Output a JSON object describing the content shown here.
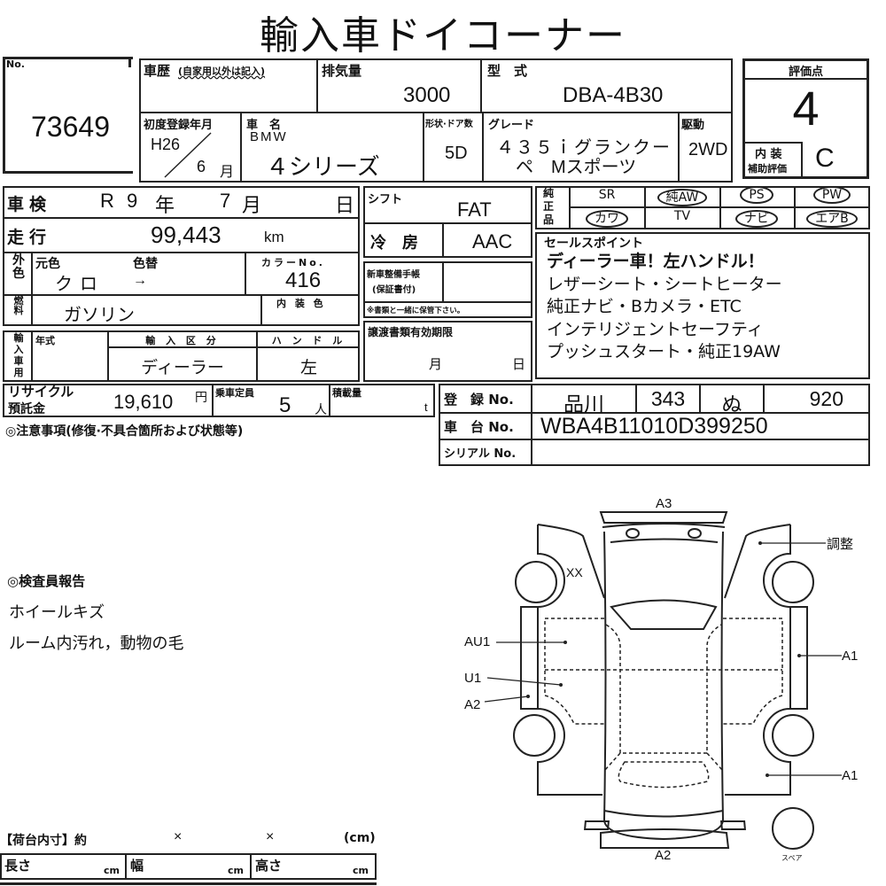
{
  "title": "輸入車ドイコーナー",
  "lot": {
    "label": "No.",
    "number": "73649"
  },
  "history": {
    "label": "車歴",
    "note": "(自家用以外は記入)",
    "value": ""
  },
  "displacement": {
    "label": "排気量",
    "value": "3000"
  },
  "model_code": {
    "label": "型　式",
    "value": "DBA-4B30"
  },
  "first_reg": {
    "label": "初度登録年月",
    "year": "H26",
    "month": "6",
    "month_unit": "月"
  },
  "car_name": {
    "label": "車　名",
    "maker": "BMW",
    "name": "４シリーズ"
  },
  "doors": {
    "label": "形状·ドア数",
    "value": "5D"
  },
  "grade": {
    "label": "グレード",
    "line1": "４３５ｉグランクー",
    "line2": "ペ　Mスポーツ"
  },
  "drive": {
    "label": "駆動",
    "value": "2WD"
  },
  "score": {
    "label": "評価点",
    "value": "4",
    "interior_label1": "内 装",
    "interior_label2": "補助評価",
    "interior_value": "C"
  },
  "shaken": {
    "label": "車検",
    "era": "R",
    "year": "9",
    "year_unit": "年",
    "month": "7",
    "month_unit": "月",
    "day_unit": "日"
  },
  "mileage": {
    "label": "走行",
    "value": "99,443",
    "unit": "km"
  },
  "color": {
    "side_label": "外色",
    "orig_label": "元色",
    "change_label": "色替",
    "orig_value": "クロ",
    "arrow": "→",
    "no_label": "カラーNo.",
    "no_value": "416"
  },
  "fuel": {
    "side_label": "燃料",
    "value": "ガソリン",
    "interior_color_label": "内 装 色"
  },
  "import": {
    "side_label": "輸入車用",
    "year_label": "年式",
    "class_label": "輸 入 区 分",
    "class_value": "ディーラー",
    "handle_label": "ハ ン ド ル",
    "handle_value": "左"
  },
  "shift": {
    "label": "シフト",
    "value": "FAT"
  },
  "ac": {
    "label": "冷　房",
    "value": "AAC"
  },
  "manual": {
    "label1": "新車整備手帳",
    "label2": "(保証書付)",
    "note": "※書類と一緒に保管下さい。"
  },
  "transfer": {
    "label": "譲渡書類有効期限",
    "month_unit": "月",
    "day_unit": "日"
  },
  "options": {
    "label": "純正品",
    "items": [
      {
        "text": "SR",
        "circled": false
      },
      {
        "text": "純AW",
        "circled": true
      },
      {
        "text": "PS",
        "circled": true
      },
      {
        "text": "PW",
        "circled": true
      },
      {
        "text": "カワ",
        "circled": true
      },
      {
        "text": "TV",
        "circled": false
      },
      {
        "text": "ナビ",
        "circled": true
      },
      {
        "text": "エアB",
        "circled": true
      }
    ]
  },
  "sales_points": {
    "label": "セールスポイント",
    "lines": [
      "ディーラー車！左ハンドル！",
      "レザーシート・シートヒーター",
      "純正ナビ・Bカメラ・ETC",
      "インテリジェントセーフティ",
      "プッシュスタート・純正19AW"
    ]
  },
  "recycle": {
    "label1": "リサイクル",
    "label2": "預託金",
    "value": "19,610",
    "unit": "円"
  },
  "capacity": {
    "label": "乗車定員",
    "value": "5",
    "unit": "人"
  },
  "load": {
    "label": "積載量",
    "unit": "t"
  },
  "registration": {
    "label": "登　録 No.",
    "area": "品川",
    "class": "343",
    "kana": "ぬ",
    "number": "920"
  },
  "chassis": {
    "label": "車　台 No.",
    "value": "WBA4B11010D399250"
  },
  "serial": {
    "label": "シリアル No.",
    "value": ""
  },
  "notes": {
    "label": "◎注意事項(修復·不具合箇所および状態等)"
  },
  "inspector": {
    "label": "◎検査員報告",
    "lines": [
      "ホイールキズ",
      "ルーム内汚れ，動物の毛"
    ]
  },
  "cargo": {
    "label": "【荷台内寸】約",
    "x1": "×",
    "x2": "×",
    "unit": "(cm)",
    "length": "長さ",
    "width": "幅",
    "height": "高さ",
    "cm": "cm"
  },
  "diagram": {
    "A3": "A3",
    "adjust": "調整",
    "XX": "XX",
    "AU1": "AU1",
    "U1": "U1",
    "A2_left": "A2",
    "A1_right": "A1",
    "A1_rear": "A1",
    "A2_bottom": "A2",
    "spare": "スペア"
  }
}
